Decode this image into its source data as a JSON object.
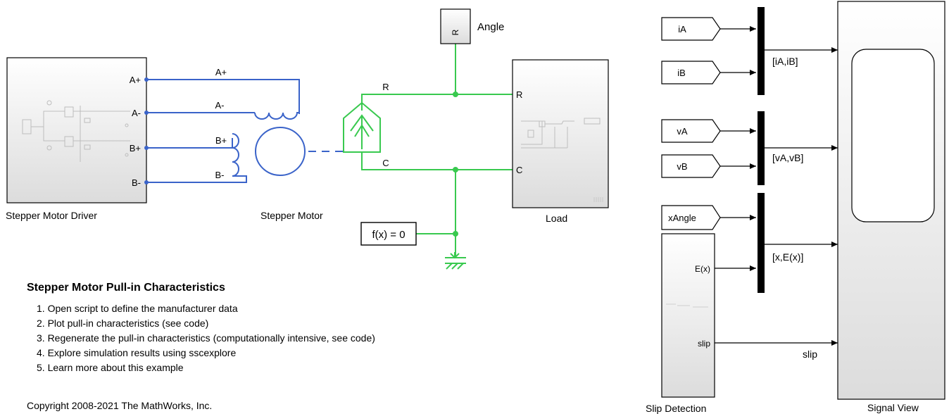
{
  "blocks": {
    "driver": {
      "label": "Stepper Motor Driver",
      "ports": [
        "A+",
        "A-",
        "B+",
        "B-"
      ]
    },
    "motor": {
      "label": "Stepper Motor"
    },
    "angle": {
      "label": "Angle",
      "port": "R"
    },
    "load": {
      "label": "Load",
      "ports": [
        "R",
        "C"
      ]
    },
    "fx": {
      "label": "f(x) = 0"
    },
    "slip_detection": {
      "label": "Slip Detection",
      "ports": [
        "E(x)",
        "slip"
      ]
    },
    "signal_view": {
      "label": "Signal View"
    }
  },
  "wires": {
    "a_plus": "A+",
    "a_minus": "A-",
    "b_plus": "B+",
    "b_minus": "B-",
    "r": "R",
    "c": "C"
  },
  "goto_tags": [
    "iA",
    "iB",
    "vA",
    "vB",
    "xAngle"
  ],
  "signal_labels": {
    "mux1": "[iA,iB]",
    "mux2": "[vA,vB]",
    "mux3": "[x,E(x)]",
    "slip": "slip"
  },
  "annotation": {
    "title": "Stepper Motor Pull-in Characteristics",
    "steps": [
      "1. Open script to define the manufacturer data",
      "2. Plot pull-in characteristics (see code)",
      "3. Regenerate the pull-in characteristics (computationally intensive, see code)",
      "4. Explore simulation results using sscexplore",
      "5. Learn more about this example"
    ],
    "copyright": "Copyright 2008-2021 The MathWorks, Inc."
  },
  "colors": {
    "electrical": "#3a63c9",
    "mechanical": "#39c94f",
    "signal": "#000000"
  }
}
